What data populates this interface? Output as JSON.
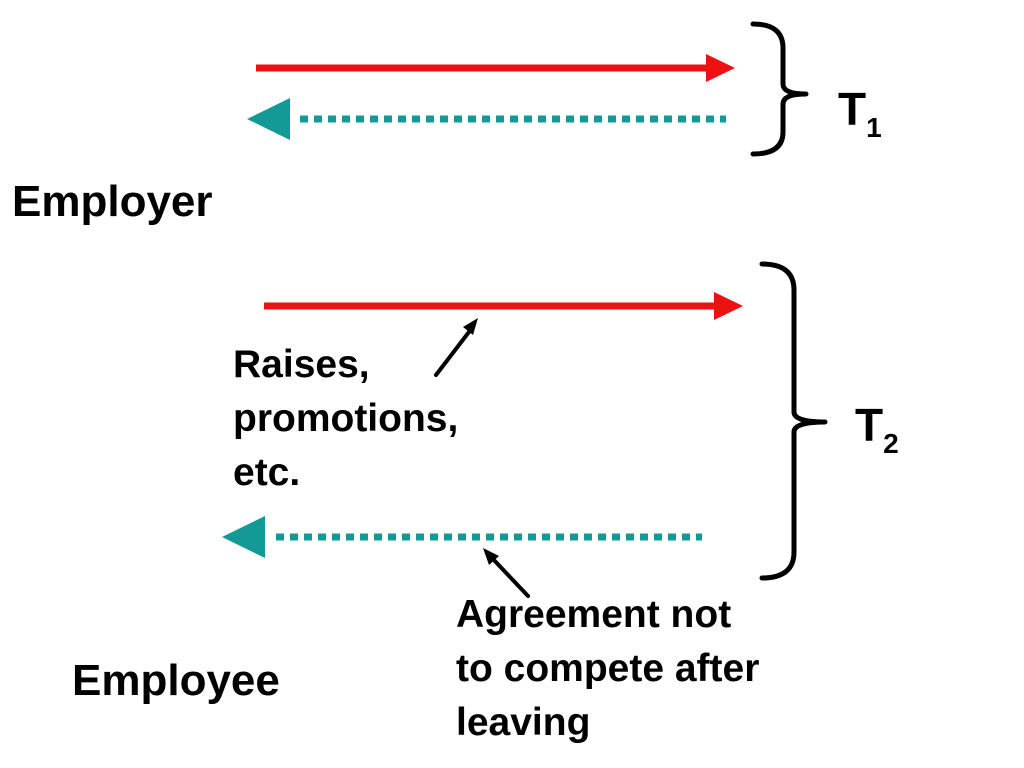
{
  "parties": {
    "employer": "Employer",
    "employee": "Employee"
  },
  "periods": {
    "t1": {
      "letter": "T",
      "subscript": "1"
    },
    "t2": {
      "letter": "T",
      "subscript": "2"
    }
  },
  "annotations": {
    "raises": [
      "Raises,",
      "promotions,",
      "etc."
    ],
    "agreement": [
      "Agreement not",
      "to compete after",
      "leaving"
    ]
  },
  "colors": {
    "employer_to_employee": "#ee1111",
    "employee_to_employer": "#139a96",
    "text": "#000000"
  }
}
